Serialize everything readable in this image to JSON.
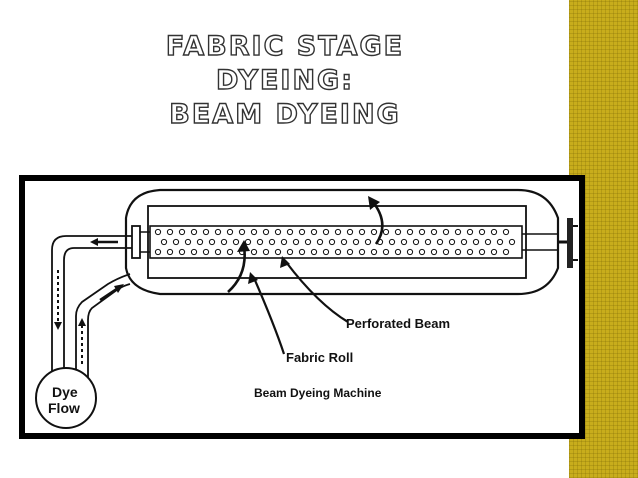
{
  "slide": {
    "title_line1": "FABRIC STAGE DYEING:",
    "title_line2": "BEAM DYEING"
  },
  "diagram": {
    "label_perforated_beam": "Perforated Beam",
    "label_fabric_roll": "Fabric Roll",
    "label_dye_flow_line1": "Dye",
    "label_dye_flow_line2": "Flow",
    "caption": "Beam Dyeing Machine"
  },
  "colors": {
    "sidebar": "#c8ad1c",
    "title_fill": "#ffffff",
    "title_outline": "#333333",
    "line": "#111111"
  }
}
